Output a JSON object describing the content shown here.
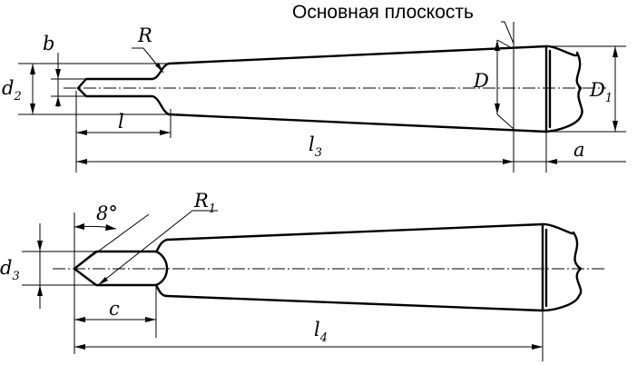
{
  "labels": {
    "reference_plane": "Основная плоскость",
    "b": "b",
    "R": "R",
    "d2": {
      "main": "d",
      "sub": "2"
    },
    "D": "D",
    "D1": {
      "main": "D",
      "sub": "1"
    },
    "l": "l",
    "l3": {
      "main": "l",
      "sub": "3"
    },
    "a": "a",
    "angle": "8°",
    "R1": {
      "main": "R",
      "sub": "1"
    },
    "d3": {
      "main": "d",
      "sub": "3"
    },
    "c": "c",
    "l4": {
      "main": "l",
      "sub": "4"
    }
  }
}
